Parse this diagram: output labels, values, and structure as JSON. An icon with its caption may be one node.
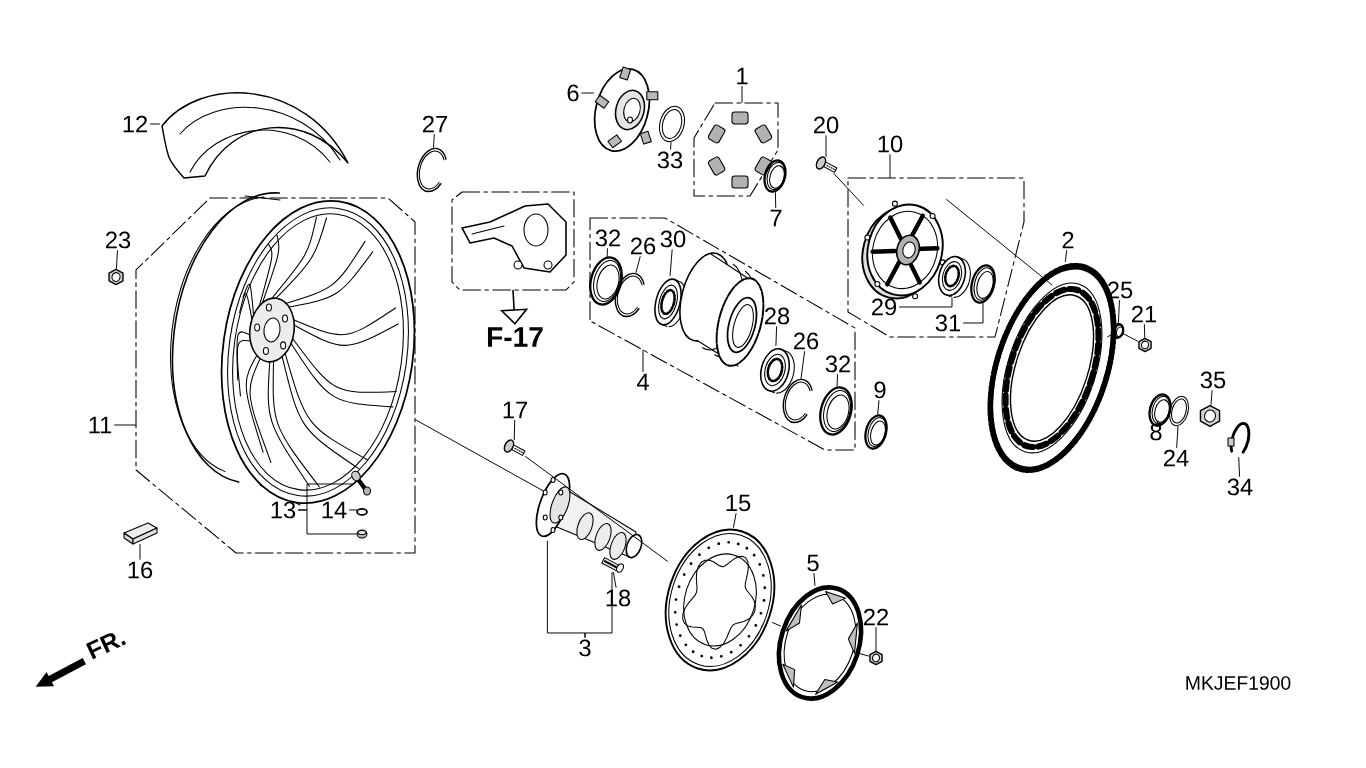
{
  "diagram": {
    "nodes": [
      {
        "text": [
          "12"
        ]
      },
      {
        "text": [],
        "shape": "picture"
      },
      {
        "text": [
          "27"
        ]
      },
      {
        "text": [],
        "shape": "picture"
      },
      {
        "text": [
          "6"
        ]
      },
      {
        "text": [],
        "shape": "picture"
      },
      {
        "text": [
          "1"
        ]
      },
      {
        "text": [],
        "shape": "box"
      },
      {
        "text": [
          "33"
        ]
      },
      {
        "text": [],
        "shape": "picture"
      },
      {
        "text": [
          "7"
        ]
      },
      {
        "text": [],
        "shape": "picture"
      },
      {
        "text": [
          "20"
        ]
      },
      {
        "text": [],
        "shape": "picture"
      },
      {
        "text": [
          "10"
        ]
      },
      {
        "text": [],
        "shape": "box"
      },
      {
        "text": [],
        "shape": "picture",
        "in": 15
      },
      {
        "text": [
          "29"
        ],
        "in": 15
      },
      {
        "text": [],
        "shape": "picture",
        "in": 15
      },
      {
        "text": [
          "31"
        ],
        "in": 15
      },
      {
        "text": [],
        "shape": "picture",
        "in": 15
      },
      {
        "text": [
          "2"
        ]
      },
      {
        "text": [],
        "shape": "picture"
      },
      {
        "text": [
          "25"
        ]
      },
      {
        "text": [],
        "shape": "picture"
      },
      {
        "text": [
          "21"
        ]
      },
      {
        "text": [],
        "shape": "picture"
      },
      {
        "text": [
          "23"
        ]
      },
      {
        "text": [],
        "shape": "picture"
      },
      {
        "text": [],
        "shape": "box"
      },
      {
        "text": [],
        "shape": "picture",
        "in": 29
      },
      {
        "text": [
          "13"
        ],
        "in": 29
      },
      {
        "text": [
          "14"
        ],
        "in": 29
      },
      {
        "text": [],
        "shape": "picture",
        "in": 29
      },
      {
        "text": [],
        "shape": "picture",
        "in": 29
      },
      {
        "text": [],
        "shape": "picture",
        "in": 29
      },
      {
        "text": [
          "11"
        ]
      },
      {
        "text": [
          "16"
        ]
      },
      {
        "text": [],
        "shape": "picture"
      },
      {
        "text": [],
        "shape": "box"
      },
      {
        "text": [
          "F-17"
        ]
      },
      {
        "text": [],
        "shape": "box"
      },
      {
        "text": [
          "32"
        ],
        "in": 41
      },
      {
        "text": [],
        "shape": "picture",
        "in": 41
      },
      {
        "text": [
          "26"
        ],
        "in": 41
      },
      {
        "text": [],
        "shape": "picture",
        "in": 41
      },
      {
        "text": [
          "30"
        ],
        "in": 41
      },
      {
        "text": [],
        "shape": "picture",
        "in": 41
      },
      {
        "text": [],
        "shape": "picture",
        "in": 41
      },
      {
        "text": [
          "28"
        ],
        "in": 41
      },
      {
        "text": [],
        "shape": "picture",
        "in": 41
      },
      {
        "text": [
          "26"
        ],
        "in": 41
      },
      {
        "text": [],
        "shape": "picture",
        "in": 41
      },
      {
        "text": [
          "32"
        ],
        "in": 41
      },
      {
        "text": [],
        "shape": "picture",
        "in": 41
      },
      {
        "text": [
          "4"
        ]
      },
      {
        "text": [
          "9"
        ]
      },
      {
        "text": [],
        "shape": "picture"
      },
      {
        "text": [
          "8"
        ]
      },
      {
        "text": [],
        "shape": "picture"
      },
      {
        "text": [
          "24"
        ]
      },
      {
        "text": [],
        "shape": "picture"
      },
      {
        "text": [
          "35"
        ]
      },
      {
        "text": [],
        "shape": "picture"
      },
      {
        "text": [
          "34"
        ]
      },
      {
        "text": [],
        "shape": "picture"
      },
      {
        "text": [
          "17"
        ]
      },
      {
        "text": [],
        "shape": "picture"
      },
      {
        "text": [],
        "shape": "picture"
      },
      {
        "text": [],
        "shape": "picture"
      },
      {
        "text": [
          "18"
        ]
      },
      {
        "text": [
          "3"
        ]
      },
      {
        "text": [
          "15"
        ]
      },
      {
        "text": [],
        "shape": "picture"
      },
      {
        "text": [
          "5"
        ]
      },
      {
        "text": [],
        "shape": "picture"
      },
      {
        "text": [
          "22"
        ]
      },
      {
        "text": [],
        "shape": "picture"
      }
    ],
    "edges": [
      {
        "from": 0,
        "to": 1,
        "arrow": "none"
      },
      {
        "from": 2,
        "to": 3,
        "arrow": "none"
      },
      {
        "from": 4,
        "to": 5,
        "arrow": "none"
      },
      {
        "from": 6,
        "to": 7,
        "arrow": "none"
      },
      {
        "from": 8,
        "to": 9,
        "arrow": "none"
      },
      {
        "from": 10,
        "to": 11,
        "arrow": "none"
      },
      {
        "from": 12,
        "to": 13,
        "arrow": "none"
      },
      {
        "from": 14,
        "to": 15,
        "arrow": "none"
      },
      {
        "from": 17,
        "to": 18,
        "arrow": "none"
      },
      {
        "from": 19,
        "to": 20,
        "arrow": "none"
      },
      {
        "from": 21,
        "to": 22,
        "arrow": "none"
      },
      {
        "from": 23,
        "to": 24,
        "arrow": "none"
      },
      {
        "from": 25,
        "to": 26,
        "arrow": "none"
      },
      {
        "from": 27,
        "to": 28,
        "arrow": "none"
      },
      {
        "from": 31,
        "to": 33,
        "arrow": "none"
      },
      {
        "from": 31,
        "to": 35,
        "arrow": "none"
      },
      {
        "from": 32,
        "to": 34,
        "arrow": "none"
      },
      {
        "from": 36,
        "to": 29,
        "arrow": "none"
      },
      {
        "from": 37,
        "to": 38,
        "arrow": "none"
      },
      {
        "from": 39,
        "to": 40,
        "arrow": "to"
      },
      {
        "from": 42,
        "to": 43,
        "arrow": "none"
      },
      {
        "from": 44,
        "to": 45,
        "arrow": "none"
      },
      {
        "from": 46,
        "to": 47,
        "arrow": "none"
      },
      {
        "from": 49,
        "to": 50,
        "arrow": "none"
      },
      {
        "from": 51,
        "to": 52,
        "arrow": "none"
      },
      {
        "from": 53,
        "to": 54,
        "arrow": "none"
      },
      {
        "from": 55,
        "to": 41,
        "arrow": "none"
      },
      {
        "from": 56,
        "to": 57,
        "arrow": "none"
      },
      {
        "from": 58,
        "to": 59,
        "arrow": "none"
      },
      {
        "from": 60,
        "to": 61,
        "arrow": "none"
      },
      {
        "from": 62,
        "to": 63,
        "arrow": "none"
      },
      {
        "from": 64,
        "to": 65,
        "arrow": "none"
      },
      {
        "from": 66,
        "to": 67,
        "arrow": "none"
      },
      {
        "from": 70,
        "to": 69,
        "arrow": "none"
      },
      {
        "from": 71,
        "to": 68,
        "arrow": "none"
      },
      {
        "from": 71,
        "to": 69,
        "arrow": "none"
      },
      {
        "from": 72,
        "to": 73,
        "arrow": "none"
      },
      {
        "from": 74,
        "to": 75,
        "arrow": "none"
      },
      {
        "from": 76,
        "to": 77,
        "arrow": "none"
      },
      {
        "from": 30,
        "to": 68,
        "arrow": "none"
      },
      {
        "from": 67,
        "to": 73,
        "arrow": "none"
      },
      {
        "from": 73,
        "to": 75,
        "arrow": "none"
      },
      {
        "from": 75,
        "to": 77,
        "arrow": "none"
      },
      {
        "from": 13,
        "to": 16,
        "arrow": "none"
      },
      {
        "from": 16,
        "to": 22,
        "arrow": "none"
      },
      {
        "from": 22,
        "to": 24,
        "arrow": "none"
      },
      {
        "from": 24,
        "to": 26,
        "arrow": "none"
      }
    ],
    "labels": [
      "FR.",
      "MKJEF1900"
    ]
  }
}
